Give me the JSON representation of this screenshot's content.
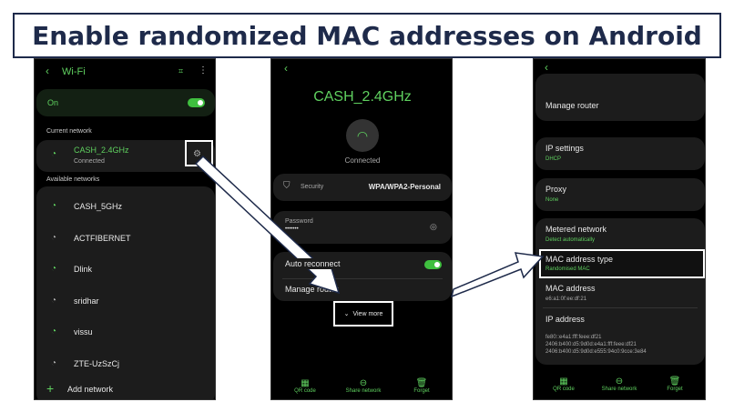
{
  "title": "Enable randomized MAC addresses on Android",
  "p1": {
    "header": "Wi-Fi",
    "toggle": "On",
    "current_label": "Current network",
    "current": {
      "name": "CASH_2.4GHz",
      "status": "Connected"
    },
    "available_label": "Available networks",
    "networks": [
      "CASH_5GHz",
      "ACTFIBERNET",
      "Dlink",
      "sridhar",
      "vissu",
      "ZTE-UzSzCj"
    ],
    "add": "Add network"
  },
  "p2": {
    "ssid": "CASH_2.4GHz",
    "status": "Connected",
    "security_label": "Security",
    "security": "WPA/WPA2-Personal",
    "password_label": "Password",
    "password": "•••••••",
    "auto": "Auto reconnect",
    "manage": "Manage router",
    "view_more": "View more"
  },
  "p3": {
    "manage": "Manage router",
    "ip_settings": "IP settings",
    "ip_value": "DHCP",
    "proxy": "Proxy",
    "proxy_value": "None",
    "metered": "Metered network",
    "metered_value": "Detect automatically",
    "mac_type": "MAC address type",
    "mac_type_value": "Randomised MAC",
    "mac": "MAC address",
    "mac_value": "e6:a1:0f:ee:df:21",
    "ip": "IP address",
    "ips": [
      "fe80::e4a1:fff:feee:df21",
      "2406:b400:d5:9d0d:e4a1:fff:feee:df21",
      "2406:b400:d5:9d0d:e555:94c0:9cce:3e84"
    ]
  },
  "bottom": {
    "qr": "QR code",
    "share": "Share network",
    "forget": "Forget"
  }
}
